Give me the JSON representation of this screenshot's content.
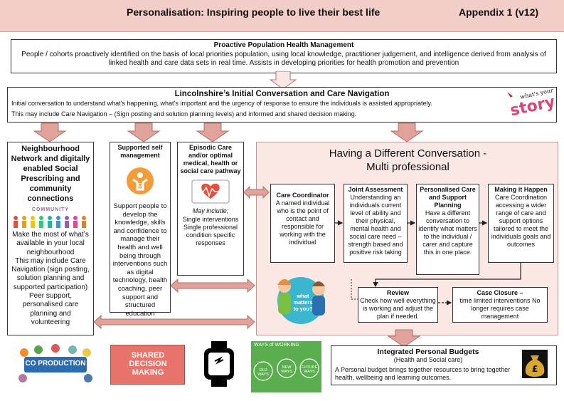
{
  "header": {
    "title": "Personalisation: Inspiring people to live their best life",
    "appendix": "Appendix 1  (v12)"
  },
  "proactive": {
    "title": "Proactive Population Health Management",
    "body": "People / cohorts proactively identified on the basis of local priorities population, using local knowledge, practitioner judgement, and intelligence derived from  analysis of linked health and care data sets in real time.  Assists in developing priorities for health promotion and prevention"
  },
  "initial": {
    "title": "Lincolnshire’s Initial Conversation and Care Navigation",
    "line1": "Initial conversation to understand what’s happening, what’s important  and the urgency of response to ensure the individuals is assisted appropriately.",
    "line2": "This may include Care Navigation – (Sign posting and solution planning levels) and informed and  shared decision making.",
    "story_logo_small": "what's your",
    "story_logo_big": "story"
  },
  "neighbourhood": {
    "title": "Neighbourhood Network and digitally enabled Social Prescribing and community connections",
    "community_word": "COMMUNITY",
    "body": "Make the most of what’s available in your local neighbourhood\nThis may include Care Navigation (sign posting, solution planning and supported participation) Peer support, personalised care planning and volunteering"
  },
  "selfmgmt": {
    "title": "Supported self management",
    "body": "Support people to develop the knowledge, skills and confidence to manage their health and well being through interventions such as digital technology, health coaching, peer support and structured education"
  },
  "episodic": {
    "title": "Episodic Care and/or optimal medical, health or social care pathway",
    "may_include": "May include;",
    "body": "Single interventions\nSingle professional condition specific responses"
  },
  "different": {
    "title_line1": "Having a Different Conversation -",
    "title_line2": "Multi professional"
  },
  "steps": [
    {
      "title": "Care Coordinator",
      "body": "A named individual who is the point of contact and responsible for working with the individual"
    },
    {
      "title": "Joint Assessment",
      "body": "Understanding an individuals current level of ability and their physical, mental health and social care need – strength based and positive risk taking"
    },
    {
      "title": "Personalised Care and Support Planning",
      "body": "Have a different conversation to identify what matters to the individual / carer and capture this in one place."
    },
    {
      "title": "Making it Happen",
      "body": "Care Coordination accessing a wider range of care and support options tailored to meet the individuals goals and outcomes"
    }
  ],
  "review": {
    "title": "Review",
    "body": "Check how well everything is working and adjust the plan if needed."
  },
  "closure": {
    "title": "Case Closure –",
    "body": "time limited interventions No longer requires case management"
  },
  "what_matters": "what matters to you?",
  "budgets": {
    "title": "Integrated Personal Budgets",
    "subtitle": "(Health and Social care)",
    "body": "A Personal budget brings together resources to bring together health, wellbeing and learning outcomes."
  },
  "bottom_images": {
    "coproduction": "CO PRODUCTION",
    "shared_decision": "SHARED DECISION MAKING",
    "ways_title": "WAYS of WORKING",
    "ways_old": "OLD WAYS",
    "ways_new": "NEW WAYS",
    "ways_future": "FUTURE WAYS"
  },
  "colors": {
    "header_bg": "#f3cdc8",
    "arrow": "#e0a29a",
    "arrow_stroke": "#b2706a",
    "panel": "#fbe7e4"
  }
}
